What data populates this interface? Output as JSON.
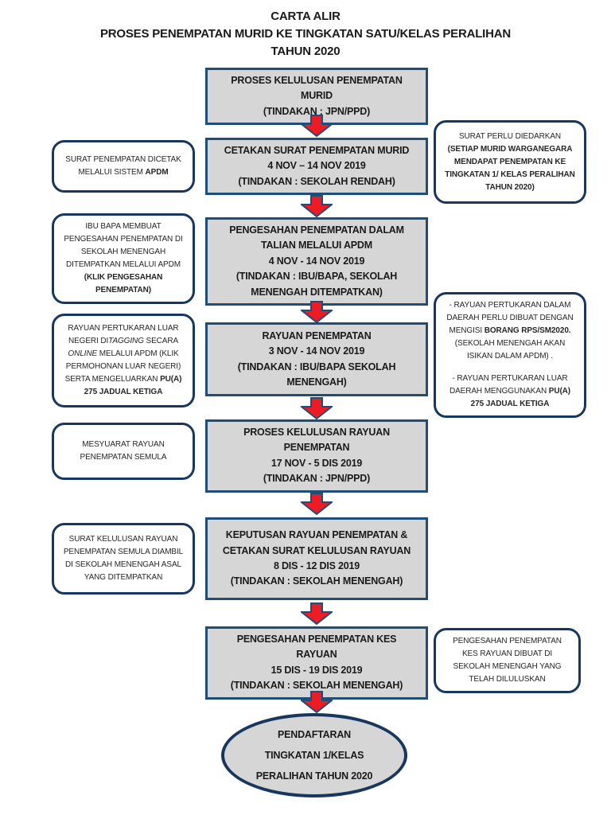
{
  "colors": {
    "box_fill": "#d6d6d6",
    "main_border": "#1f4e79",
    "side_border": "#17375e",
    "arrow_red": "#ed1c24",
    "text_dark": "#1a1a1a",
    "side_text": "#262626"
  },
  "title": {
    "line1": "CARTA ALIR",
    "line2": "PROSES PENEMPATAN MURID KE TINGKATAN SATU/KELAS PERALIHAN",
    "line3": "TAHUN 2020"
  },
  "flow": {
    "nodes": [
      {
        "lines": [
          "PROSES KELULUSAN PENEMPATAN MURID",
          "(TINDAKAN : JPN/PPD)"
        ]
      },
      {
        "lines": [
          "CETAKAN SURAT PENEMPATAN MURID",
          "4 NOV – 14 NOV 2019",
          "(TINDAKAN : SEKOLAH RENDAH)"
        ]
      },
      {
        "lines": [
          "PENGESAHAN PENEMPATAN DALAM TALIAN MELALUI APDM",
          "4 NOV - 14 NOV 2019",
          "(TINDAKAN : IBU/BAPA, SEKOLAH MENENGAH DITEMPATKAN)"
        ]
      },
      {
        "lines": [
          "RAYUAN PENEMPATAN",
          "3 NOV - 14 NOV 2019",
          "(TINDAKAN : IBU/BAPA SEKOLAH MENENGAH)"
        ]
      },
      {
        "lines": [
          "PROSES KELULUSAN RAYUAN PENEMPATAN",
          "17 NOV - 5 DIS 2019",
          "(TINDAKAN : JPN/PPD)"
        ]
      },
      {
        "lines": [
          "KEPUTUSAN RAYUAN PENEMPATAN &",
          "CETAKAN SURAT KELULUSAN RAYUAN",
          "8 DIS - 12 DIS 2019",
          "(TINDAKAN : SEKOLAH MENENGAH)"
        ]
      },
      {
        "lines": [
          "PENGESAHAN PENEMPATAN KES RAYUAN",
          "15 DIS - 19 DIS 2019",
          "(TINDAKAN : SEKOLAH MENENGAH)"
        ]
      }
    ],
    "terminal": {
      "lines": [
        "PENDAFTARAN",
        "TINGKATAN 1/KELAS",
        "PERALIHAN TAHUN 2020"
      ]
    }
  },
  "left_notes": [
    {
      "segments": [
        {
          "t": "SURAT PENEMPATAN DICETAK MELALUI SISTEM "
        },
        {
          "t": "APDM",
          "b": true
        }
      ]
    },
    {
      "segments": [
        {
          "t": "IBU BAPA MEMBUAT PENGESAHAN PENEMPATAN DI SEKOLAH MENENGAH DITEMPATKAN MELALUI APDM "
        },
        {
          "t": "(KLIK PENGESAHAN PENEMPATAN)",
          "b": true
        }
      ]
    },
    {
      "segments": [
        {
          "t": "RAYUAN PERTUKARAN LUAR NEGERI DI"
        },
        {
          "t": "TAGGING",
          "i": true
        },
        {
          "t": " SECARA "
        },
        {
          "t": "ONLINE",
          "i": true
        },
        {
          "t": " MELALUI APDM (KLIK PERMOHONAN LUAR NEGERI) SERTA MENGELUARKAN "
        },
        {
          "t": "PU(A) 275 JADUAL KETIGA",
          "b": true
        }
      ]
    },
    {
      "segments": [
        {
          "t": "MESYUARAT RAYUAN PENEMPATAN SEMULA"
        }
      ]
    },
    {
      "segments": [
        {
          "t": "SURAT KELULUSAN RAYUAN PENEMPATAN SEMULA DIAMBIL DI SEKOLAH MENENGAH ASAL YANG DITEMPATKAN"
        }
      ]
    }
  ],
  "right_notes": [
    {
      "paragraphs": [
        [
          {
            "t": "SURAT PERLU DIEDARKAN "
          },
          {
            "t": "(SETIAP MURID WARGANEGARA MENDAPAT PENEMPATAN KE TINGKATAN 1/ KELAS PERALIHAN TAHUN 2020)",
            "b": true
          }
        ]
      ]
    },
    {
      "paragraphs": [
        [
          {
            "t": "- RAYUAN PERTUKARAN DALAM DAERAH PERLU DIBUAT DENGAN MENGISI "
          },
          {
            "t": "BORANG RPS/SM2020.",
            "b": true
          },
          {
            "t": " (SEKOLAH MENENGAH AKAN ISIKAN DALAM APDM) ."
          }
        ],
        [
          {
            "t": "- RAYUAN PERTUKARAN LUAR DAERAH MENGGUNAKAN "
          },
          {
            "t": "PU(A) 275 JADUAL KETIGA",
            "b": true
          }
        ]
      ]
    },
    {
      "paragraphs": [
        [
          {
            "t": "PENGESAHAN PENEMPATAN KES RAYUAN DIBUAT DI SEKOLAH MENENGAH YANG TELAH DILULUSKAN"
          }
        ]
      ]
    }
  ]
}
